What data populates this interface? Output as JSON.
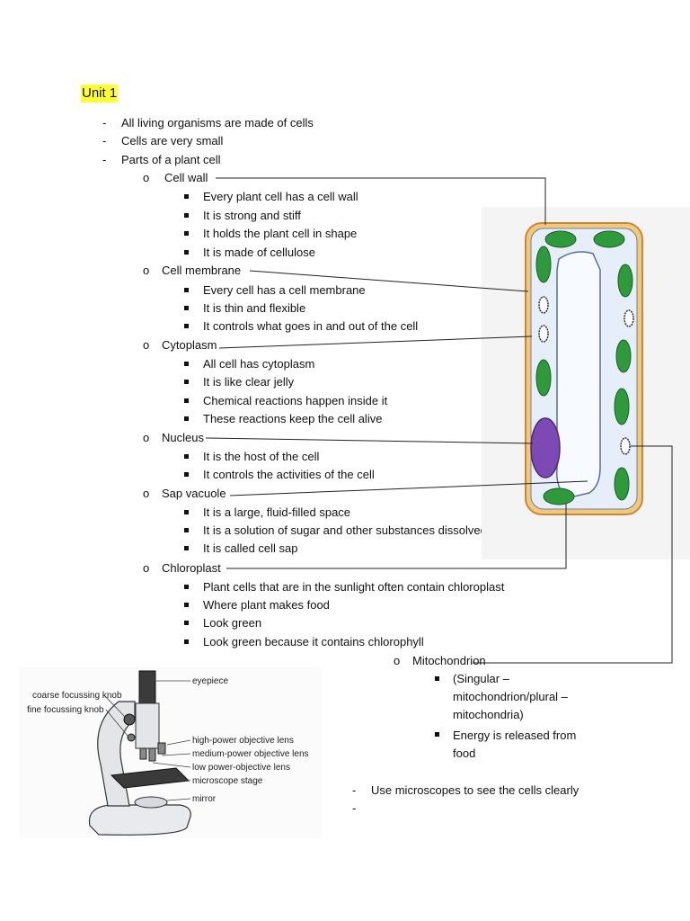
{
  "unit_title": "Unit 1",
  "dash_marker": "-",
  "bullet_o": "o",
  "intro": [
    "All living organisms are made of cells",
    "Cells are very small",
    "Parts of a plant cell"
  ],
  "parts": {
    "cell_wall": {
      "title": "Cell wall",
      "points": [
        "Every plant cell has a cell wall",
        "It is strong and stiff",
        "It holds the plant cell in shape",
        "It is made of cellulose"
      ]
    },
    "cell_membrane": {
      "title": "Cell membrane",
      "points": [
        "Every cell has a cell membrane",
        "It is thin and flexible",
        "It controls what goes in and out of the cell"
      ]
    },
    "cytoplasm": {
      "title": "Cytoplasm",
      "points": [
        "All cell has cytoplasm",
        "It is like clear jelly",
        "Chemical reactions happen inside it",
        "These reactions keep the cell alive"
      ]
    },
    "nucleus": {
      "title": "Nucleus",
      "points": [
        "It is the host of the cell",
        "It controls the activities of the cell"
      ]
    },
    "sap_vacuole": {
      "title": "Sap vacuole",
      "points": [
        "It is a large, fluid-filled space",
        "It is a solution of sugar and other substances dissolved in water",
        "It is called cell sap"
      ]
    },
    "chloroplast": {
      "title": "Chloroplast",
      "points": [
        "Plant cells that are in the sunlight often contain chloroplast",
        "Where plant makes food",
        "Look green",
        "Look green because it contains chlorophyll"
      ]
    },
    "mitochondrion": {
      "title": "Mitochondrion",
      "points": [
        "(Singular – mitochondrion/plural – mitochondria)",
        "Energy is released from food"
      ]
    }
  },
  "footer_points": [
    "Use microscopes to see the cells clearly",
    ""
  ],
  "microscope_labels": {
    "eyepiece": "eyepiece",
    "coarse": "coarse focussing knob",
    "fine": "fine focussing knob",
    "high": "high-power objective lens",
    "medium": "medium-power objective lens",
    "low": "low power-objective lens",
    "stage": "microscope stage",
    "mirror": "mirror"
  },
  "colors": {
    "highlight": "#ffff33",
    "cell_wall": "#f2c97a",
    "cytoplasm": "#e6eef9",
    "vacuole": "#f7fbff",
    "chloroplast": "#2e9a3c",
    "nucleus": "#7d49b5"
  }
}
